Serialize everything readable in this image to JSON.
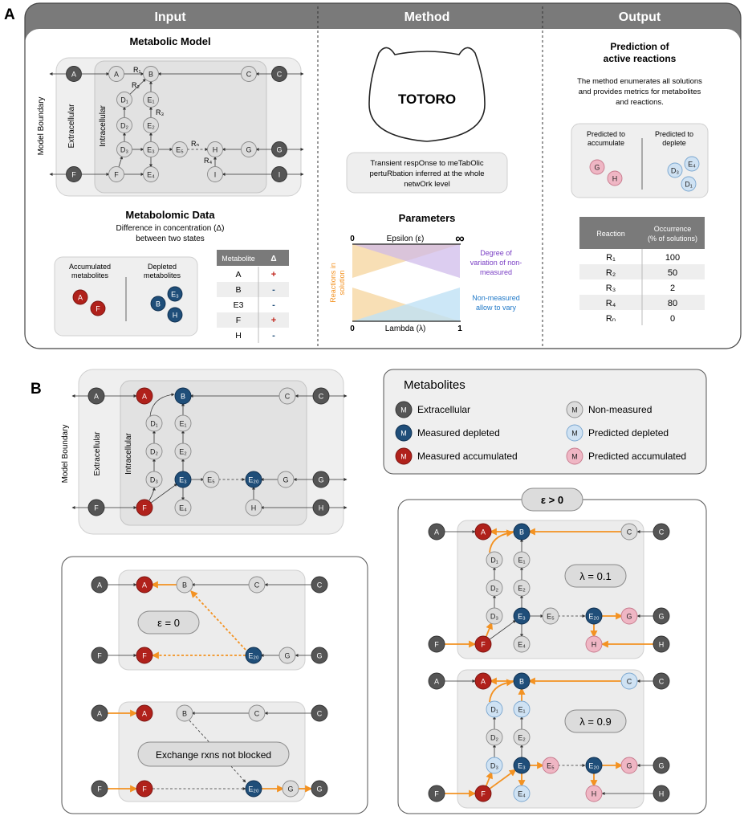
{
  "panelA": {
    "letter": "A",
    "headers": {
      "input": "Input",
      "method": "Method",
      "output": "Output"
    },
    "metabolic_model": {
      "title": "Metabolic Model",
      "boundary_label": "Model Boundary",
      "extracellular_label": "Extracellular",
      "intracellular_label": "Intracellular",
      "rxn_labels": {
        "r1": "R₁",
        "r2": "R₂",
        "r3": "R₃",
        "rn": "Rₙ",
        "r4": "R₄"
      }
    },
    "metabolomic_data": {
      "title": "Metabolomic Data",
      "subtitle_line1": "Difference in concentration (Δ)",
      "subtitle_line2": "between two states",
      "accumulated_label_1": "Accumulated",
      "accumulated_label_2": "metabolites",
      "depleted_label_1": "Depleted",
      "depleted_label_2": "metabolites",
      "table": {
        "headers": [
          "Metabolite",
          "Δ"
        ],
        "rows": [
          {
            "m": "A",
            "d": "+"
          },
          {
            "m": "B",
            "d": "-"
          },
          {
            "m": "E3",
            "d": "-"
          },
          {
            "m": "F",
            "d": "+"
          },
          {
            "m": "H",
            "d": "-"
          }
        ]
      }
    },
    "method": {
      "logo": "TOTORO",
      "desc_line1": "Transient respOnse to meTabOlic",
      "desc_line2": "pertuRbation inferred at the whole",
      "desc_line3": "netwOrk level",
      "parameters_title": "Parameters",
      "epsilon_label": "Epsilon (ε)",
      "lambda_label": "Lambda (λ)",
      "axis_zero_top": "0",
      "axis_inf": "∞",
      "axis_zero_bottom": "0",
      "axis_one": "1",
      "reactions_label_1": "Reactions in",
      "reactions_label_2": "solution",
      "degree_line1": "Degree of",
      "degree_line2": "variation of non-",
      "degree_line3": "measured",
      "nonmeasured_line1": "Non-measured",
      "nonmeasured_line2": "allow to vary"
    },
    "output": {
      "title_line1": "Prediction of",
      "title_line2": "active reactions",
      "desc_line1": "The method enumerates all solutions",
      "desc_line2": "and provides metrics for metabolites",
      "desc_line3": "and reactions.",
      "accumulate_line1": "Predicted to",
      "accumulate_line2": "accumulate",
      "deplete_line1": "Predicted to",
      "deplete_line2": "deplete",
      "table": {
        "headers": [
          "Reaction",
          "Occurrence",
          "(% of solutions)"
        ],
        "rows": [
          {
            "r": "R₁",
            "o": "100"
          },
          {
            "r": "R₂",
            "o": "50"
          },
          {
            "r": "R₃",
            "o": "2"
          },
          {
            "r": "R₄",
            "o": "80"
          },
          {
            "r": "Rₙ",
            "o": "0"
          }
        ]
      }
    }
  },
  "panelB": {
    "letter": "B",
    "boundary_label": "Model Boundary",
    "extracellular_label": "Extracellular",
    "intracellular_label": "Intracellular",
    "legend": {
      "title": "Metabolites",
      "glyph": "M",
      "items": [
        "Extracellular",
        "Measured depleted",
        "Measured accumulated",
        "Non-measured",
        "Predicted depleted",
        "Predicted accumulated"
      ]
    },
    "eps_zero": "ε = 0",
    "exchange_label": "Exchange rxns not blocked",
    "eps_pos": "ε > 0",
    "lambda_low": "λ = 0.1",
    "lambda_high": "λ = 0.9"
  },
  "colors": {
    "extracellular": "#555555",
    "depleted": "#1f4e79",
    "accumulated": "#b0211b",
    "nonmeasured": "#dcdcdc",
    "pred_depleted": "#cfe2f3",
    "pred_accumulated": "#efb6c4",
    "active": "#f39222",
    "header": "#777777"
  }
}
